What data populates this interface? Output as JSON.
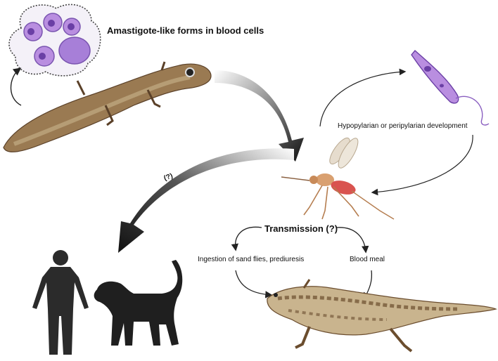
{
  "labels": {
    "amastigote": "Amastigote-like forms in blood cells",
    "development": "Hypopylarian or peripylarian development",
    "unknown_route": "(?)",
    "transmission": "Transmission (?)",
    "ingestion": "Ingestion of sand flies, prediuresis",
    "blood_meal": "Blood meal"
  },
  "colors": {
    "cell_fill": "#b98ee0",
    "cell_nucleus": "#6a3fa5",
    "gecko_brown": "#8b6b45",
    "gecko_light": "#c9b48e",
    "sandfly_body": "#d9a070",
    "sandfly_abdomen": "#d9534f",
    "silhouette": "#2b2b2b",
    "arrow": "#1a1a1a",
    "promastigote": "#8a5fc0"
  },
  "icons": [
    "blood-cells-icon",
    "lizard-icon",
    "promastigote-icon",
    "sand-fly-icon",
    "human-silhouette-icon",
    "dog-silhouette-icon",
    "gecko-icon"
  ]
}
